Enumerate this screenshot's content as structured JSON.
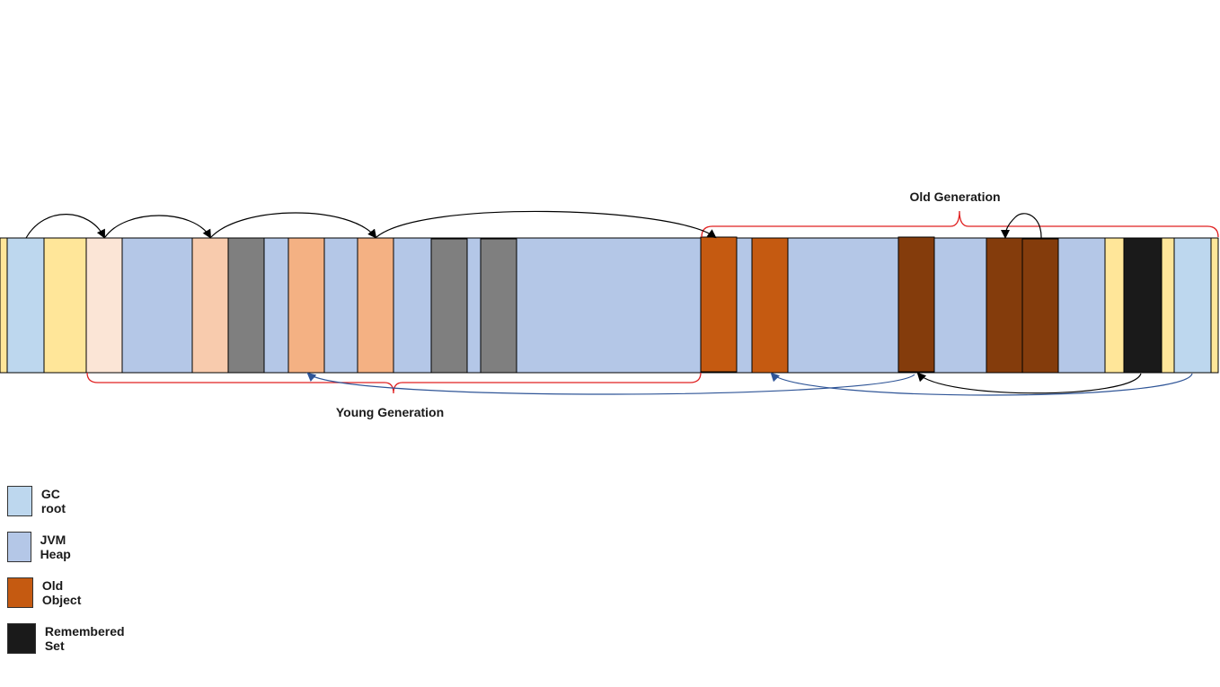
{
  "labels": {
    "old_generation": "Old Generation",
    "young_generation": "Young Generation"
  },
  "legend": [
    {
      "label": "GC root",
      "color": "#bdd7ee"
    },
    {
      "label": "JVM Heap",
      "color": "#b4c7e7"
    },
    {
      "label": "Old Object",
      "color": "#c55a11"
    },
    {
      "label": "Remembered Set",
      "color": "#1a1a1a"
    }
  ],
  "colors": {
    "gc_root": "#bdd7ee",
    "jvm_heap": "#b4c7e7",
    "free": "#ffe699",
    "young_light": "#fbe5d6",
    "young_mid": "#f8cbad",
    "young_dark": "#f4b183",
    "garbage": "#7f7f7f",
    "old_object": "#c55a11",
    "old_object_dark": "#843c0c",
    "remembered_set": "#1a1a1a",
    "brace": "#e02020",
    "ref_arrow": "#000000",
    "cross_ref_arrow": "#2f5597"
  }
}
